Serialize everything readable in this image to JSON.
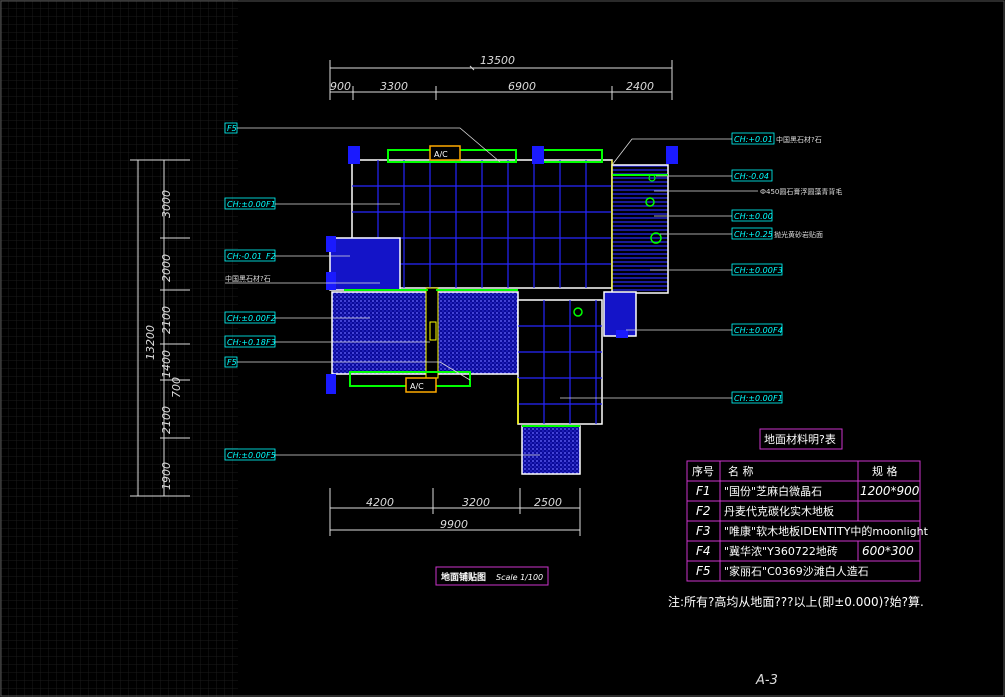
{
  "drawing": {
    "sheet_number": "A-3",
    "title": "地面铺贴图",
    "scale": "Scale 1/100",
    "note": "注:所有?高均从地面???以上(即±0.000)?始?算."
  },
  "dimensions": {
    "top_overall": "13500",
    "top_segments": [
      "900",
      "3300",
      "6900",
      "2400"
    ],
    "left_overall": "13200",
    "left_segments": [
      "3000",
      "2000",
      "2100",
      "1400",
      "2100",
      "1900"
    ],
    "left_extra": "700",
    "bottom_segments": [
      "4200",
      "3200",
      "2500"
    ],
    "bottom_overall": "9900"
  },
  "plan_labels": {
    "ac": "A/C",
    "right_notes": [
      "中国黑石材?石",
      "Ф450圆石膏浮圆藻青背毛",
      "抛光黄砂岩贴面"
    ],
    "left_note": "中国黑石材?石"
  },
  "left_callouts": [
    {
      "ch": "F5",
      "code": ""
    },
    {
      "ch": "CH:±0.00",
      "code": "F1"
    },
    {
      "ch": "CH:-0.01",
      "code": "F2"
    },
    {
      "ch": "CH:±0.00",
      "code": "F2"
    },
    {
      "ch": "CH:+0.18",
      "code": "F3"
    },
    {
      "ch": "F5",
      "code": ""
    },
    {
      "ch": "CH:±0.00",
      "code": "F5"
    }
  ],
  "right_callouts": [
    {
      "ch": "CH:+0.01",
      "code": ""
    },
    {
      "ch": "CH:-0.04",
      "code": ""
    },
    {
      "ch": "CH:±0.00",
      "code": ""
    },
    {
      "ch": "CH:+0.25",
      "code": ""
    },
    {
      "ch": "CH:±0.00",
      "code": "F3"
    },
    {
      "ch": "CH:±0.00",
      "code": "F4"
    },
    {
      "ch": "CH:±0.00",
      "code": "F1"
    }
  ],
  "materials": {
    "title": "地面材料明?表",
    "headers": [
      "序号",
      "名  称",
      "规  格"
    ],
    "rows": [
      {
        "code": "F1",
        "name": "\"国份\"芝麻白微晶石",
        "spec": "1200*900"
      },
      {
        "code": "F2",
        "name": "丹麦代克碳化实木地板",
        "spec": ""
      },
      {
        "code": "F3",
        "name": "\"唯康\"软木地板IDENTITY中的moonlight",
        "spec": ""
      },
      {
        "code": "F4",
        "name": "\"冀华浓\"Y360722地砖",
        "spec": "600*300"
      },
      {
        "code": "F5",
        "name": "\"家丽石\"C0369沙滩白人造石",
        "spec": ""
      }
    ]
  },
  "colors": {
    "background": "#000000",
    "grid": "#1a1a1a",
    "wall": "#ffffff",
    "tile_line": "#2626ff",
    "floor_fill": "#1414c8",
    "accent_green": "#00ff00",
    "callout_cyan": "#00ffff",
    "table_border": "#cc33cc",
    "column": "#1a1aff",
    "yellow": "#ffff00"
  }
}
